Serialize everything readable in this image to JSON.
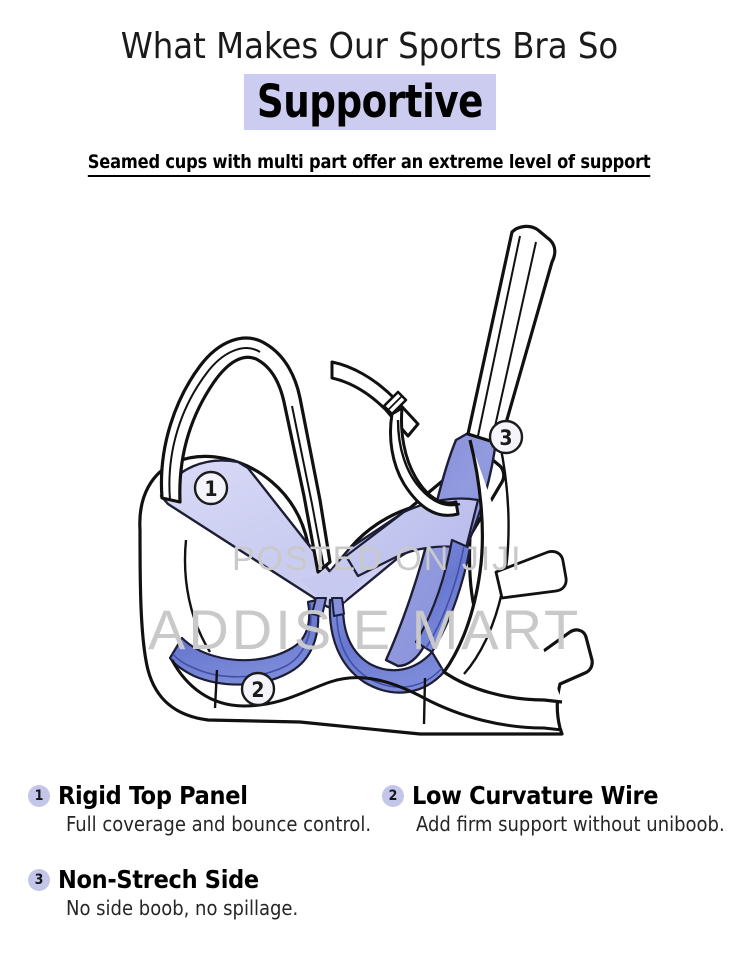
{
  "header": {
    "line1": "What Makes Our Sports Bra So",
    "line2": "Supportive",
    "line2_highlight": "#ccccf0",
    "subhead": "Seamed cups with multi part offer an extreme level of support"
  },
  "illustration": {
    "alt": "sports-bra-technical-diagram",
    "colors": {
      "outline": "#111111",
      "body_fill": "#ffffff",
      "top_panel": "#c6c8ef",
      "top_panel_light": "#d7d8f5",
      "wire": "#6f7fd4",
      "wire_dark": "#5566c6",
      "side_panel": "#8a93dc",
      "side_panel_dark": "#6d77cd"
    },
    "callouts": [
      {
        "id": "1",
        "label": "1",
        "target": "rigid-top-panel"
      },
      {
        "id": "2",
        "label": "2",
        "target": "low-curvature-wire"
      },
      {
        "id": "3",
        "label": "3",
        "target": "non-strech-side"
      }
    ]
  },
  "watermarks": {
    "top": "POSTED ON JIJI",
    "bottom": "ADDIS E MART"
  },
  "legend": {
    "items": [
      {
        "number": "1",
        "title": "Rigid Top Panel",
        "desc": "Full coverage and bounce control."
      },
      {
        "number": "2",
        "title": "Low Curvature Wire",
        "desc": "Add firm support without uniboob."
      },
      {
        "number": "3",
        "title": "Non-Strech Side",
        "desc": "No side boob, no spillage."
      }
    ]
  }
}
